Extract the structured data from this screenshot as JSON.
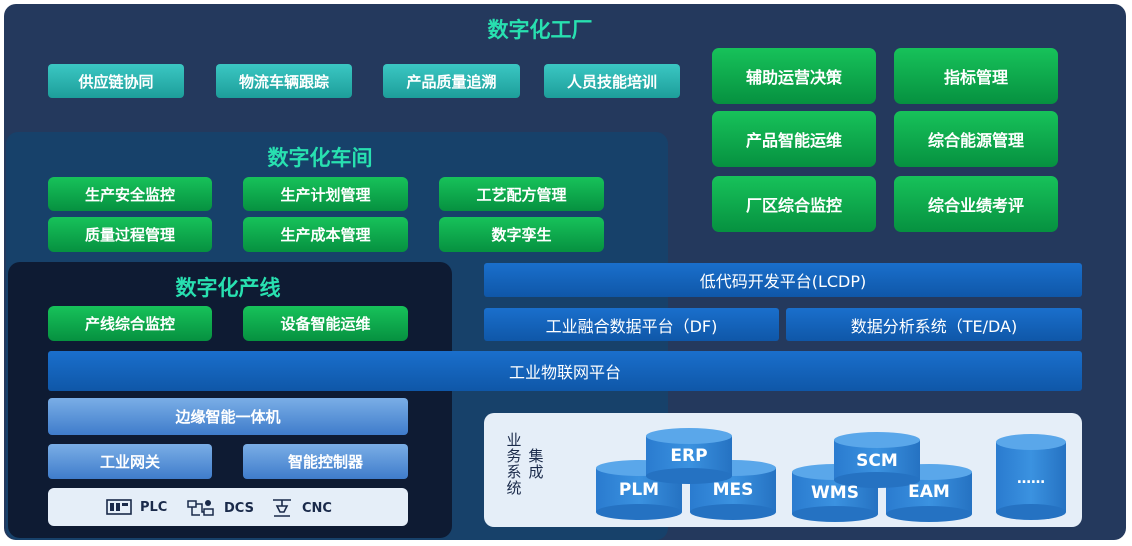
{
  "factory": {
    "title": "数字化工厂",
    "teal_items": [
      "供应链协同",
      "物流车辆跟踪",
      "产品质量追溯",
      "人员技能培训"
    ],
    "green_items": [
      "辅助运营决策",
      "指标管理",
      "产品智能运维",
      "综合能源管理",
      "厂区综合监控",
      "综合业绩考评"
    ]
  },
  "workshop": {
    "title": "数字化车间",
    "items": [
      "生产安全监控",
      "生产计划管理",
      "工艺配方管理",
      "质量过程管理",
      "生产成本管理",
      "数字孪生"
    ]
  },
  "line": {
    "title": "数字化产线",
    "items": [
      "产线综合监控",
      "设备智能运维"
    ],
    "edge": "边缘智能一体机",
    "gateway": "工业网关",
    "controller": "智能控制器",
    "devices": [
      {
        "label": "PLC",
        "icon": "plc-icon"
      },
      {
        "label": "DCS",
        "icon": "dcs-icon"
      },
      {
        "label": "CNC",
        "icon": "cnc-icon"
      }
    ]
  },
  "platform": {
    "lcdp": "低代码开发平台(LCDP)",
    "df": "工业融合数据平台（DF)",
    "teda": "数据分析系统（TE/DA)",
    "iot": "工业物联网平台"
  },
  "business": {
    "label_col1": "业务系统",
    "label_col2": "集成",
    "systems": [
      "ERP",
      "PLM",
      "MES",
      "SCM",
      "WMS",
      "EAM",
      "……"
    ]
  },
  "colors": {
    "factory_bg": "#24395d",
    "workshop_bg": "#17416a",
    "line_bg": "#0e1b33",
    "title": "#28e0b0",
    "green": "#0ba84a",
    "teal": "#26b3ae",
    "blue": "#1565c0",
    "cylinder": "#2f86d6"
  }
}
